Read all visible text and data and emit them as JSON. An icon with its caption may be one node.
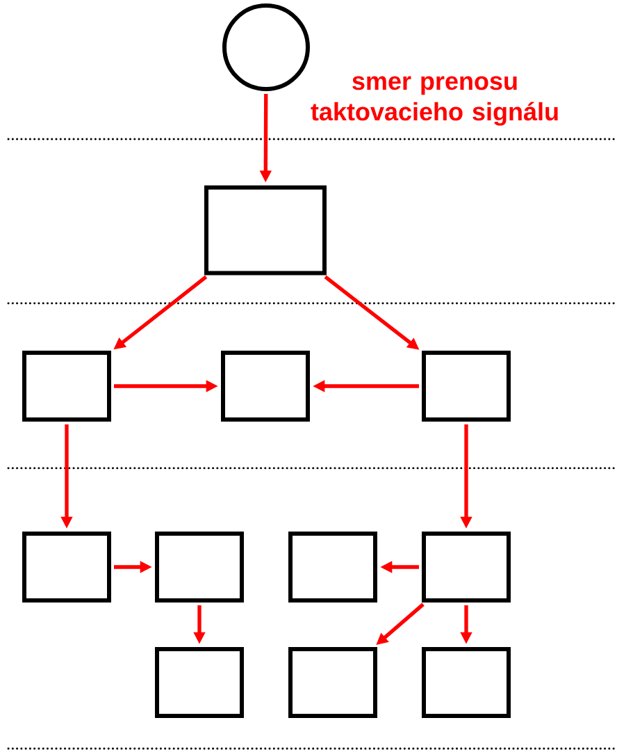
{
  "diagram": {
    "nodes": [
      {
        "text": [],
        "shape": "circle"
      },
      {
        "text": [],
        "shape": "box"
      },
      {
        "text": [],
        "shape": "box"
      },
      {
        "text": [],
        "shape": "box"
      },
      {
        "text": [],
        "shape": "box"
      },
      {
        "text": [],
        "shape": "box"
      },
      {
        "text": [],
        "shape": "box"
      },
      {
        "text": [],
        "shape": "box"
      },
      {
        "text": [],
        "shape": "box"
      },
      {
        "text": [],
        "shape": "box"
      },
      {
        "text": [],
        "shape": "box"
      },
      {
        "text": [],
        "shape": "box"
      }
    ],
    "edges": [
      {
        "from": 0,
        "to": 1,
        "arrow": "to"
      },
      {
        "from": 1,
        "to": 2,
        "arrow": "to"
      },
      {
        "from": 1,
        "to": 4,
        "arrow": "to"
      },
      {
        "from": 2,
        "to": 3,
        "arrow": "to"
      },
      {
        "from": 4,
        "to": 3,
        "arrow": "to"
      },
      {
        "from": 2,
        "to": 5,
        "arrow": "to"
      },
      {
        "from": 4,
        "to": 8,
        "arrow": "to"
      },
      {
        "from": 5,
        "to": 6,
        "arrow": "to"
      },
      {
        "from": 6,
        "to": 9,
        "arrow": "to"
      },
      {
        "from": 8,
        "to": 7,
        "arrow": "to"
      },
      {
        "from": 8,
        "to": 10,
        "arrow": "to"
      },
      {
        "from": 8,
        "to": 11,
        "arrow": "to"
      }
    ],
    "labels": [
      "smer prenosu taktovacieho signálu"
    ]
  }
}
